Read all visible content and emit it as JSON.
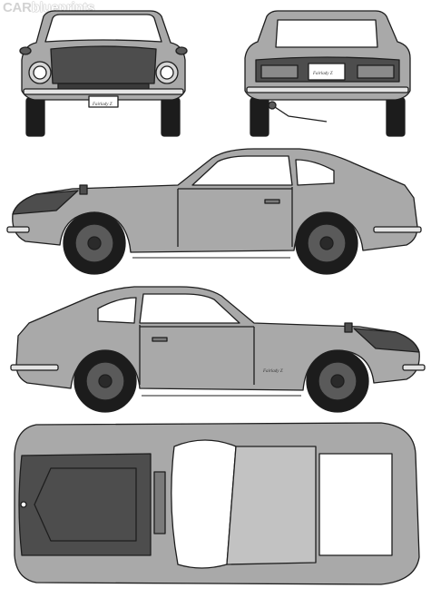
{
  "watermark": {
    "word1": "CAR",
    "word2": "blueprints"
  },
  "badge_script": "Fairlady Z",
  "colors": {
    "body": "#a9a9a9",
    "body_light": "#c2c2c2",
    "dark_panel": "#4d4d4d",
    "outline": "#1e1e1e",
    "glass": "#ffffff",
    "tire": "#1c1c1c",
    "wheel": "#5a5a5a"
  },
  "views": [
    {
      "id": "front",
      "label": ""
    },
    {
      "id": "rear",
      "label": ""
    },
    {
      "id": "side-left",
      "label": ""
    },
    {
      "id": "side-right",
      "label": ""
    },
    {
      "id": "top",
      "label": ""
    }
  ]
}
